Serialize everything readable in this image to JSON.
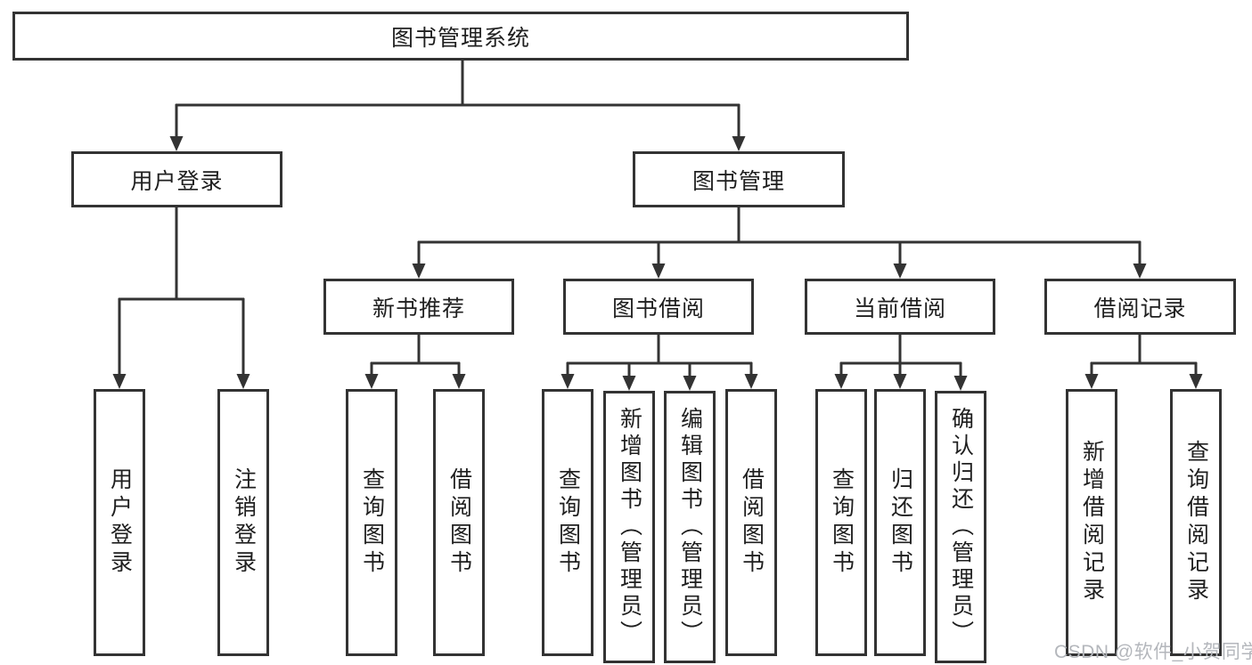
{
  "diagram": {
    "root": {
      "label": "图书管理系统"
    },
    "branches": [
      {
        "label": "用户登录",
        "children": [
          {
            "label": "用户登录"
          },
          {
            "label": "注销登录"
          }
        ]
      },
      {
        "label": "图书管理",
        "groups": [
          {
            "label": "新书推荐",
            "children": [
              {
                "label": "查询图书"
              },
              {
                "label": "借阅图书"
              }
            ]
          },
          {
            "label": "图书借阅",
            "children": [
              {
                "label": "查询图书"
              },
              {
                "label": "新增图书（管理员）"
              },
              {
                "label": "编辑图书（管理员）"
              },
              {
                "label": "借阅图书"
              }
            ]
          },
          {
            "label": "当前借阅",
            "children": [
              {
                "label": "查询图书"
              },
              {
                "label": "归还图书"
              },
              {
                "label": "确认归还（管理员）"
              }
            ]
          },
          {
            "label": "借阅记录",
            "children": [
              {
                "label": "新增借阅记录"
              },
              {
                "label": "查询借阅记录"
              }
            ]
          }
        ]
      }
    ]
  },
  "watermark": "CSDN @软件_小贺同学",
  "colors": {
    "line": "#333333",
    "text": "#1f1f1f",
    "background": "#ffffff",
    "watermark": "#b4b7bc"
  }
}
